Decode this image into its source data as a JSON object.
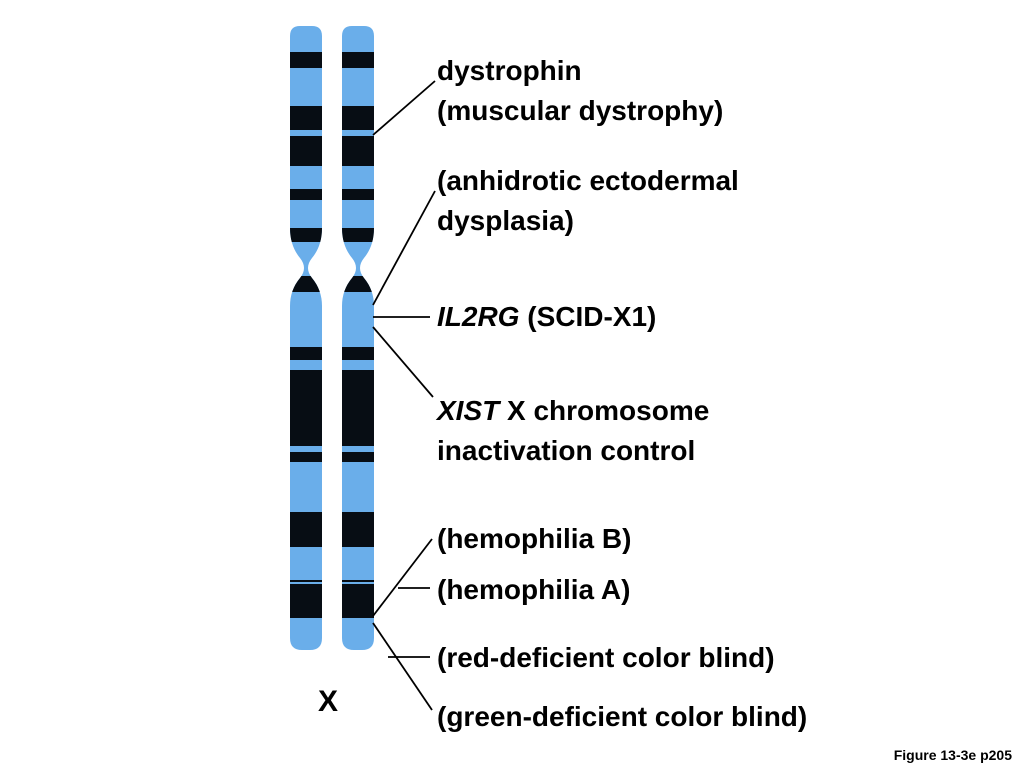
{
  "colors": {
    "band_light": "#6aaeea",
    "band_dark": "#070d14",
    "leader_line": "#000000"
  },
  "chromosome_label": "X",
  "annotations": [
    {
      "id": "dystrophin",
      "line1": "dystrophin",
      "line2": "(muscular dystrophy)"
    },
    {
      "id": "anhidrotic",
      "line1": "(anhidrotic ectodermal",
      "line2": "dysplasia)"
    },
    {
      "id": "il2rg",
      "gene": "IL2RG",
      "text": " (SCID-X1)"
    },
    {
      "id": "xist",
      "gene": "XIST",
      "text": " X chromosome",
      "line2": "inactivation control"
    },
    {
      "id": "hemophilia-b",
      "text": "(hemophilia B)"
    },
    {
      "id": "hemophilia-a",
      "text": "(hemophilia A)"
    },
    {
      "id": "red-deficient",
      "text": "(red-deficient color blind)"
    },
    {
      "id": "green-deficient",
      "text": "(green-deficient color blind)"
    }
  ],
  "caption": "Figure 13-3e p205"
}
